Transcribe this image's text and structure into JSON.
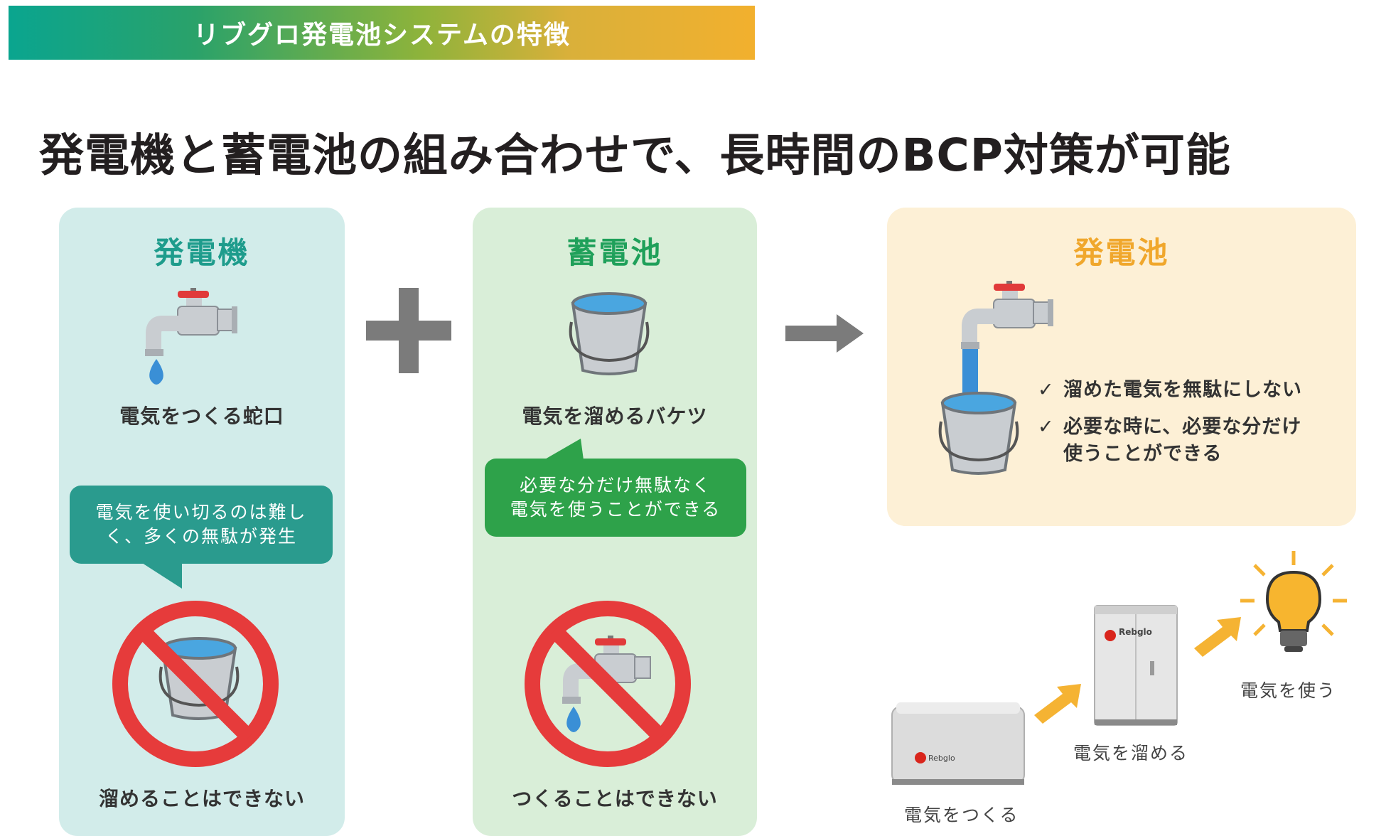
{
  "banner": {
    "title": "リブグロ発電池システムの特徴"
  },
  "headline": "発電機と蓄電池の組み合わせで、長時間のBCP対策が可能",
  "panels": {
    "generator": {
      "title": "発電機",
      "caption": "電気をつくる蛇口",
      "bubble": [
        "電気を使い切るのは難し",
        "く、多くの無駄が発生"
      ],
      "footer": "溜めることはできない",
      "icons": [
        "faucet-icon",
        "water-drop-icon",
        "prohibited-bucket-icon"
      ]
    },
    "battery": {
      "title": "蓄電池",
      "caption": "電気を溜めるバケツ",
      "bubble": [
        "必要な分だけ無駄なく",
        "電気を使うことができる"
      ],
      "footer": "つくることはできない",
      "icons": [
        "bucket-icon",
        "prohibited-faucet-icon"
      ]
    },
    "hybrid": {
      "title": "発電池",
      "checks": [
        "溜めた電気を無駄にしない",
        "必要な時に、必要な分だけ",
        "使うことができる"
      ],
      "icons": [
        "faucet-filling-bucket-icon",
        "check-icon"
      ]
    }
  },
  "operators": {
    "plus": "plus-icon",
    "arrow": "arrow-right-icon"
  },
  "flow": {
    "steps": [
      "電気をつくる",
      "電気を溜める",
      "電気を使う"
    ],
    "brand": "Rebglo",
    "icons": [
      "generator-unit-icon",
      "battery-cabinet-icon",
      "light-bulb-icon",
      "flow-arrow-icon"
    ]
  },
  "colors": {
    "teal": "#1e9c8c",
    "green": "#1fa05a",
    "orange": "#f0a72c",
    "panel_teal": "#d2ecea",
    "panel_green": "#d9eed8",
    "panel_orange": "#fdf0d6",
    "prohibit_red": "#e63b3b",
    "water_blue": "#3a8fd6",
    "gray": "#7b7b7b"
  }
}
